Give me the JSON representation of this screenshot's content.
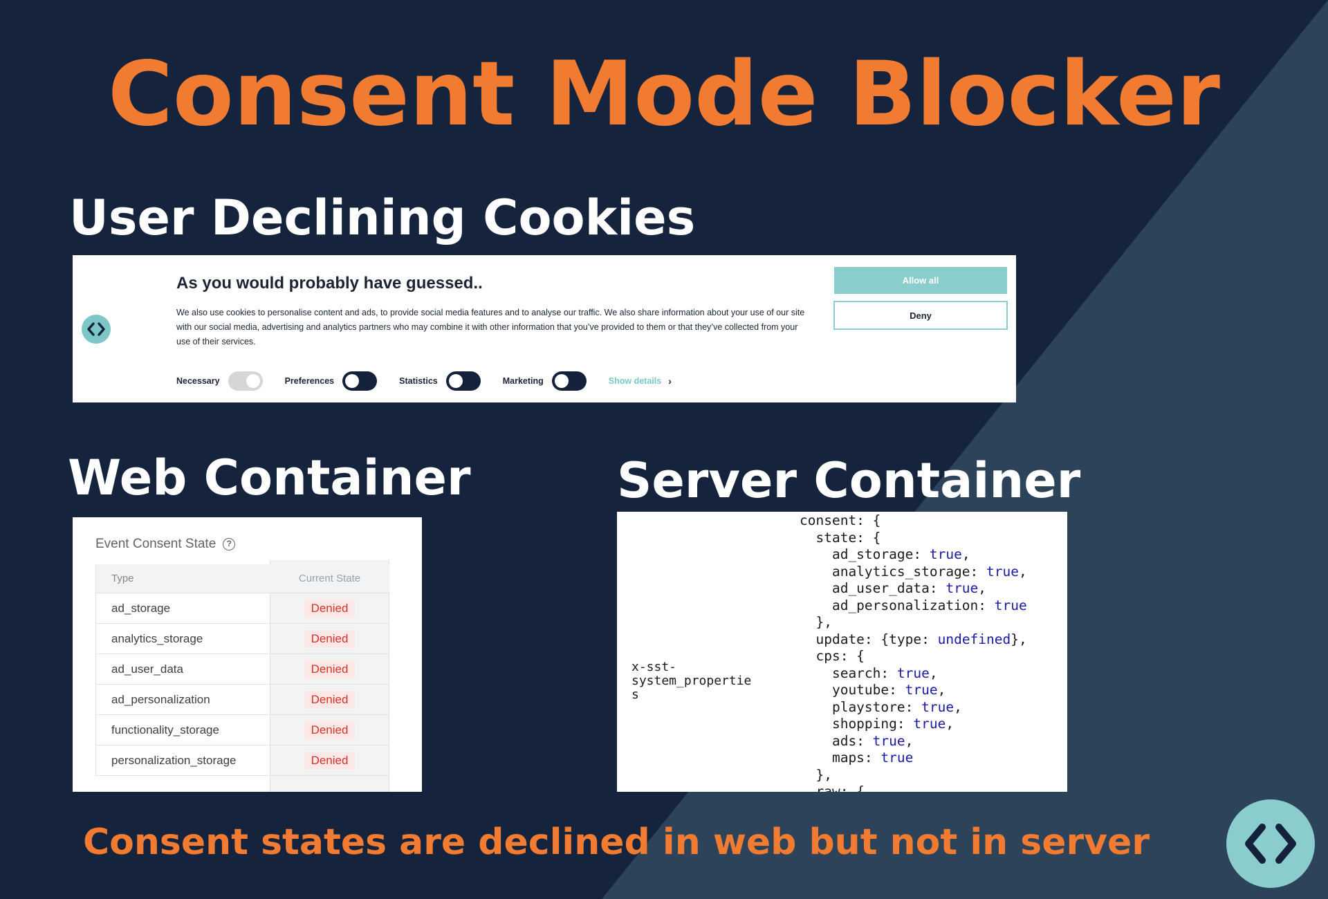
{
  "title": "Consent Mode Blocker",
  "sections": {
    "user": "User Declining Cookies",
    "web": "Web Container",
    "server": "Server Container"
  },
  "banner": {
    "heading": "As you would probably have guessed..",
    "text": "We also use cookies to personalise content and ads, to provide social media features and to analyse our traffic. We also share information about your use of our site with our social media, advertising and analytics partners who may combine it with other information that you’ve provided to them or that they’ve collected from your use of their services.",
    "toggles": [
      {
        "label": "Necessary",
        "state": "disabled-on"
      },
      {
        "label": "Preferences",
        "state": "off"
      },
      {
        "label": "Statistics",
        "state": "off"
      },
      {
        "label": "Marketing",
        "state": "off"
      }
    ],
    "show_details": "Show details",
    "allow_label": "Allow all",
    "deny_label": "Deny"
  },
  "web_container": {
    "panel_title": "Event Consent State",
    "col_type": "Type",
    "col_state": "Current State",
    "rows": [
      {
        "type": "ad_storage",
        "state": "Denied"
      },
      {
        "type": "analytics_storage",
        "state": "Denied"
      },
      {
        "type": "ad_user_data",
        "state": "Denied"
      },
      {
        "type": "ad_personalization",
        "state": "Denied"
      },
      {
        "type": "functionality_storage",
        "state": "Denied"
      },
      {
        "type": "personalization_storage",
        "state": "Denied"
      }
    ]
  },
  "server_container": {
    "key": "x-sst-\nsystem_propertie\ns"
  },
  "footer": "Consent states are declined in web but not in server",
  "colors": {
    "background": "#15243c",
    "accent": "#f07b31",
    "teal": "#8bcccd",
    "denied": "#d93025"
  }
}
